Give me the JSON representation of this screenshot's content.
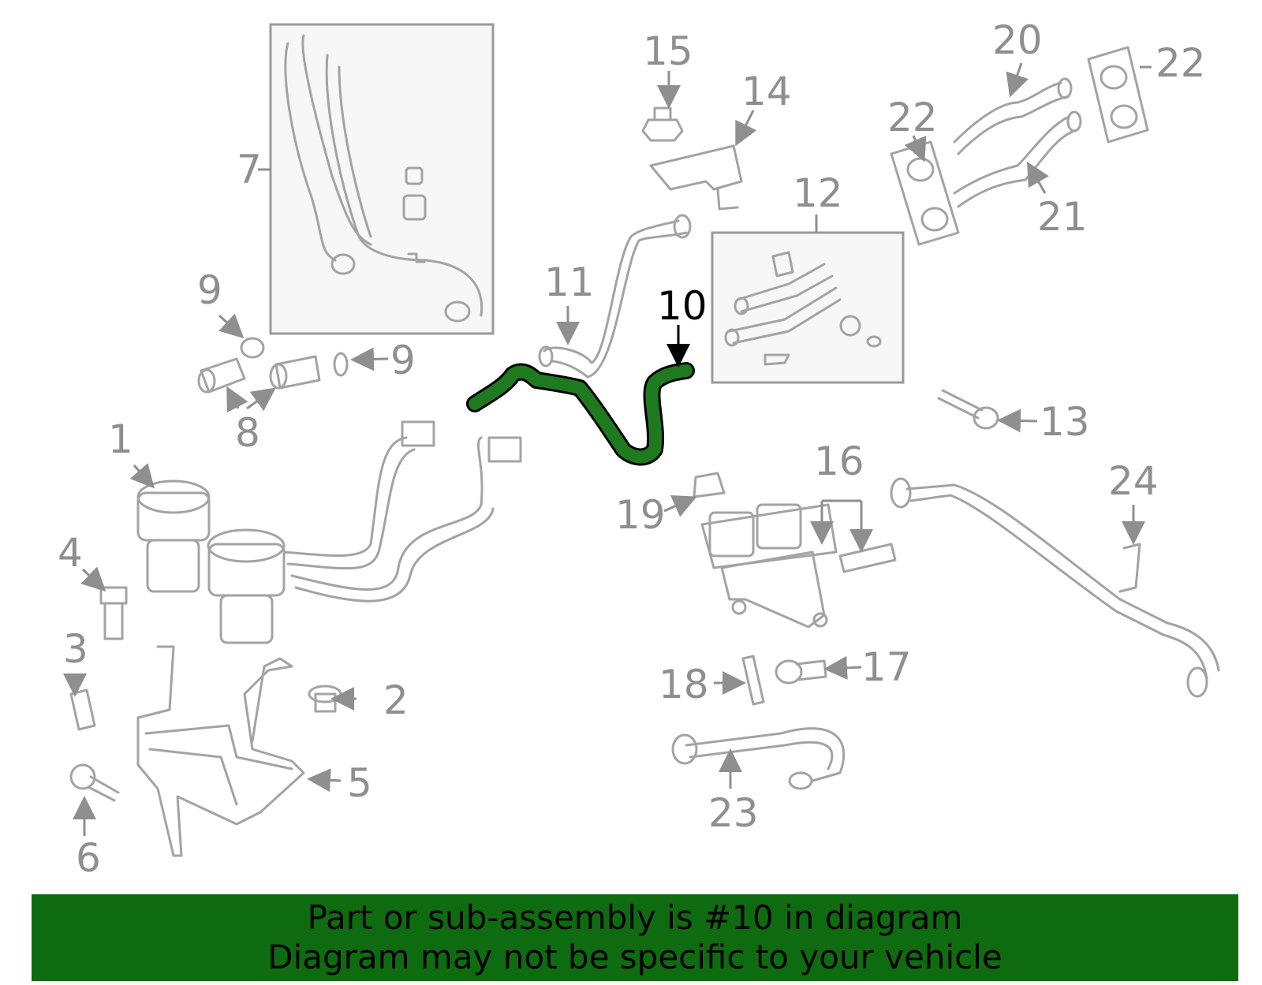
{
  "colors": {
    "highlight_part": "#1f7a1f",
    "highlight_outline": "#000000",
    "parts_stroke": "#a3a3a3",
    "label_gray": "#8f8f8f",
    "banner_bg": "#0f6b0f",
    "banner_text": "#000000"
  },
  "diagram": {
    "highlighted_label": "10",
    "callouts": [
      "1",
      "2",
      "3",
      "4",
      "5",
      "6",
      "7",
      "8",
      "9",
      "9",
      "11",
      "12",
      "13",
      "14",
      "15",
      "16",
      "17",
      "18",
      "19",
      "20",
      "21",
      "22",
      "22",
      "23",
      "24"
    ]
  },
  "banner": {
    "line1": "Part or sub-assembly is #10 in diagram",
    "line2": "Diagram may not be specific to your vehicle"
  }
}
